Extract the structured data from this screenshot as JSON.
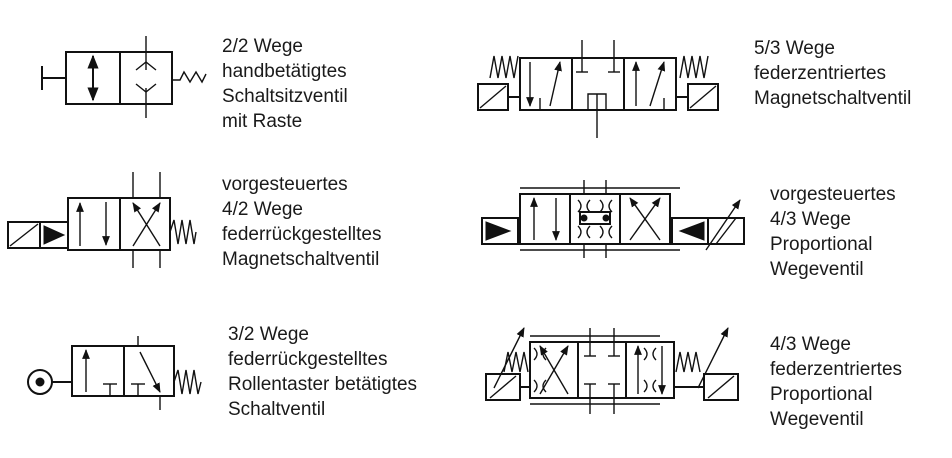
{
  "valves": [
    {
      "id": "v1",
      "lines": [
        "2/2 Wege",
        "handbetätigtes",
        "Schaltsitzventil",
        "mit Raste"
      ]
    },
    {
      "id": "v2",
      "lines": [
        "vorgesteuertes",
        "4/2 Wege",
        "federrückgestelltes",
        "Magnetschaltventil"
      ]
    },
    {
      "id": "v3",
      "lines": [
        "3/2 Wege",
        "federrückgestelltes",
        "Rollentaster betätigtes",
        "Schaltventil"
      ]
    },
    {
      "id": "v4",
      "lines": [
        "5/3 Wege",
        "federzentriertes",
        "Magnetschaltventil"
      ]
    },
    {
      "id": "v5",
      "lines": [
        "vorgesteuertes",
        "4/3 Wege",
        "Proportional",
        "Wegeventil"
      ]
    },
    {
      "id": "v6",
      "lines": [
        "4/3 Wege",
        "federzentriertes",
        "Proportional",
        "Wegeventil"
      ]
    }
  ]
}
